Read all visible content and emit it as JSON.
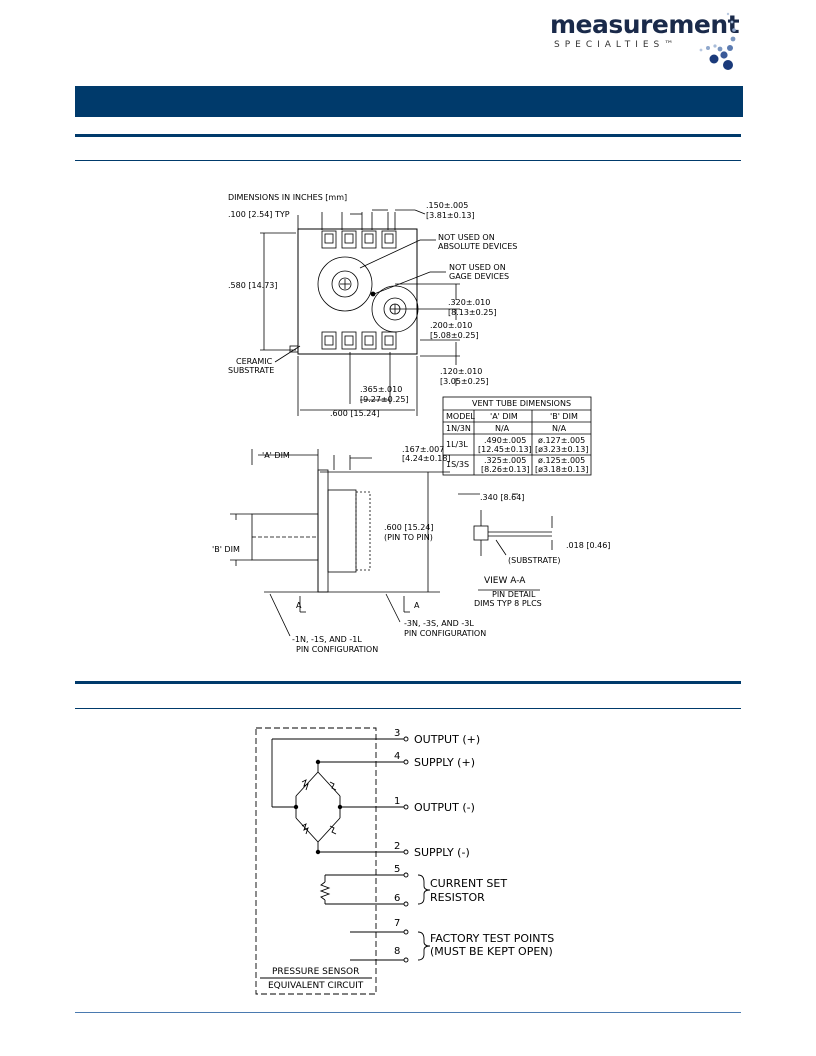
{
  "logo": {
    "word": "measurement",
    "sub": "SPECIALTIES™"
  },
  "dimensions": {
    "header": "DIMENSIONS IN INCHES [mm]",
    "pitch": ".100 [2.54] TYP",
    "pad_w1": ".150±.005",
    "pad_w2": "[3.81±0.13]",
    "not_abs1": "NOT USED ON",
    "not_abs2": "ABSOLUTE DEVICES",
    "not_gage1": "NOT USED ON",
    "not_gage2": "GAGE DEVICES",
    "height1": ".580 [14.73]",
    "d320a": ".320±.010",
    "d320b": "[8.13±0.25]",
    "d200a": ".200±.010",
    "d200b": "[5.08±0.25]",
    "ceramic1": "CERAMIC",
    "ceramic2": "SUBSTRATE",
    "d120a": ".120±.010",
    "d120b": "[3.05±0.25]",
    "d365a": ".365±.010",
    "d365b": "[9.27±0.25]",
    "width": ".600 [15.24]",
    "a_dim": "'A' DIM",
    "d167a": ".167±.007",
    "d167b": "[4.24±0.18]",
    "b_dim": "'B' DIM",
    "pin600a": ".600 [15.24]",
    "pin600b": "(PIN TO PIN)",
    "d340": ".340 [8.64]",
    "substrate": "(SUBSTRATE)",
    "d018": ".018 [0.46]",
    "view": "VIEW A-A",
    "pin_detail1": "PIN DETAIL",
    "pin_detail2": "DIMS TYP 8 PLCS",
    "sec_a": "A",
    "cfg1a": "-1N, -1S, AND -1L",
    "cfg1b": "PIN CONFIGURATION",
    "cfg3a": "-3N, -3S, AND -3L",
    "cfg3b": "PIN CONFIGURATION"
  },
  "vent_table": {
    "title": "VENT TUBE DIMENSIONS",
    "headers": [
      "MODEL",
      "'A' DIM",
      "'B' DIM"
    ],
    "rows": [
      {
        "model": "1N/3N",
        "a1": "N/A",
        "a2": "",
        "b1": "N/A",
        "b2": ""
      },
      {
        "model": "1L/3L",
        "a1": ".490±.005",
        "a2": "[12.45±0.13]",
        "b1": "ø.127±.005",
        "b2": "[ø3.23±0.13]"
      },
      {
        "model": "1S/3S",
        "a1": ".325±.005",
        "a2": "[8.26±0.13]",
        "b1": "ø.125±.005",
        "b2": "[ø3.18±0.13]"
      }
    ]
  },
  "circuit": {
    "pins": [
      "3",
      "4",
      "1",
      "2",
      "5",
      "6",
      "7",
      "8"
    ],
    "out_pos": "OUTPUT (+)",
    "sup_pos": "SUPPLY (+)",
    "out_neg": "OUTPUT (-)",
    "sup_neg": "SUPPLY (-)",
    "cs1": "CURRENT SET",
    "cs2": "RESISTOR",
    "ft1": "FACTORY TEST POINTS",
    "ft2": "(MUST BE KEPT OPEN)",
    "box1": "PRESSURE SENSOR",
    "box2": "EQUIVALENT CIRCUIT"
  },
  "colors": {
    "brand": "#003a6b"
  }
}
